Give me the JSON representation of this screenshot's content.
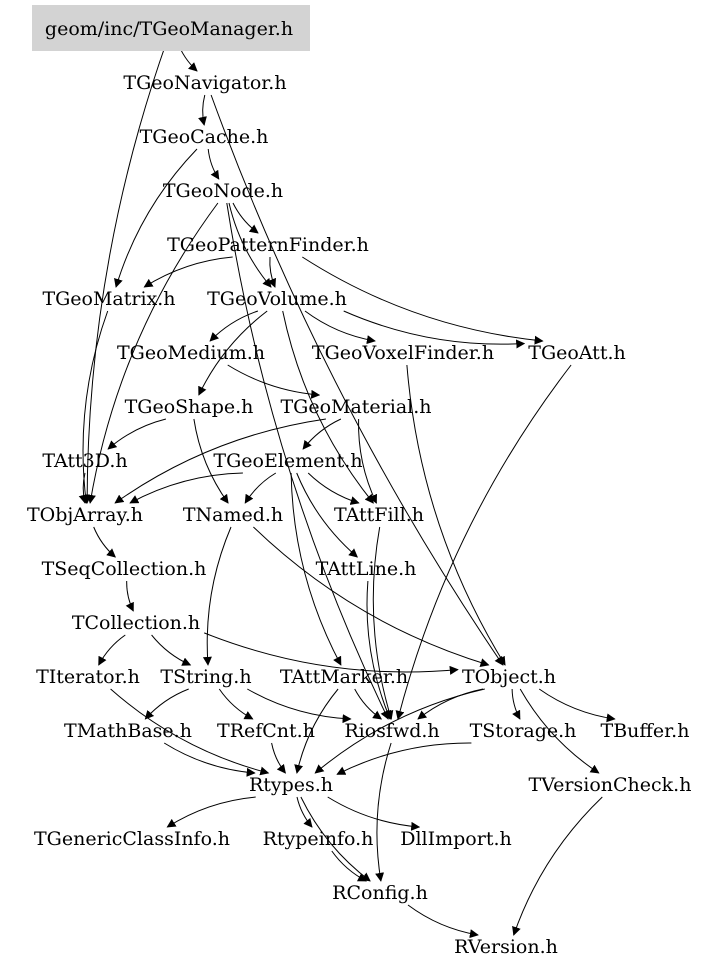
{
  "graph": {
    "root": "geom/inc/TGeoManager.h",
    "root_fill": "#d3d3d3",
    "nodes": [
      {
        "id": "n0",
        "label": "geom/inc/TGeoManager.h"
      },
      {
        "id": "n1",
        "label": "TGeoNavigator.h"
      },
      {
        "id": "n2",
        "label": "TGeoCache.h"
      },
      {
        "id": "n3",
        "label": "TGeoNode.h"
      },
      {
        "id": "n4",
        "label": "TGeoPatternFinder.h"
      },
      {
        "id": "n5",
        "label": "TGeoMatrix.h"
      },
      {
        "id": "n6",
        "label": "TGeoVolume.h"
      },
      {
        "id": "n7",
        "label": "TGeoMedium.h"
      },
      {
        "id": "n8",
        "label": "TGeoVoxelFinder.h"
      },
      {
        "id": "n9",
        "label": "TGeoAtt.h"
      },
      {
        "id": "n10",
        "label": "TGeoShape.h"
      },
      {
        "id": "n11",
        "label": "TGeoMaterial.h"
      },
      {
        "id": "n12",
        "label": "TAtt3D.h"
      },
      {
        "id": "n13",
        "label": "TGeoElement.h"
      },
      {
        "id": "n14",
        "label": "TObjArray.h"
      },
      {
        "id": "n15",
        "label": "TNamed.h"
      },
      {
        "id": "n16",
        "label": "TAttFill.h"
      },
      {
        "id": "n17",
        "label": "TSeqCollection.h"
      },
      {
        "id": "n18",
        "label": "TAttLine.h"
      },
      {
        "id": "n19",
        "label": "TCollection.h"
      },
      {
        "id": "n20",
        "label": "TIterator.h"
      },
      {
        "id": "n21",
        "label": "TString.h"
      },
      {
        "id": "n22",
        "label": "TAttMarker.h"
      },
      {
        "id": "n23",
        "label": "TObject.h"
      },
      {
        "id": "n24",
        "label": "TMathBase.h"
      },
      {
        "id": "n25",
        "label": "TRefCnt.h"
      },
      {
        "id": "n26",
        "label": "Riosfwd.h"
      },
      {
        "id": "n27",
        "label": "TStorage.h"
      },
      {
        "id": "n28",
        "label": "TBuffer.h"
      },
      {
        "id": "n29",
        "label": "Rtypes.h"
      },
      {
        "id": "n30",
        "label": "TVersionCheck.h"
      },
      {
        "id": "n31",
        "label": "TGenericClassInfo.h"
      },
      {
        "id": "n32",
        "label": "Rtypeinfo.h"
      },
      {
        "id": "n33",
        "label": "DllImport.h"
      },
      {
        "id": "n34",
        "label": "RConfig.h"
      },
      {
        "id": "n35",
        "label": "RVersion.h"
      }
    ],
    "edges": [
      [
        "n0",
        "n1"
      ],
      [
        "n0",
        "n14"
      ],
      [
        "n1",
        "n2"
      ],
      [
        "n1",
        "n23"
      ],
      [
        "n2",
        "n3"
      ],
      [
        "n2",
        "n5"
      ],
      [
        "n3",
        "n4"
      ],
      [
        "n3",
        "n6"
      ],
      [
        "n3",
        "n14"
      ],
      [
        "n3",
        "n26"
      ],
      [
        "n4",
        "n6"
      ],
      [
        "n4",
        "n5"
      ],
      [
        "n4",
        "n9"
      ],
      [
        "n5",
        "n14"
      ],
      [
        "n6",
        "n7"
      ],
      [
        "n6",
        "n8"
      ],
      [
        "n6",
        "n9"
      ],
      [
        "n6",
        "n10"
      ],
      [
        "n6",
        "n16"
      ],
      [
        "n7",
        "n11"
      ],
      [
        "n8",
        "n23"
      ],
      [
        "n9",
        "n26"
      ],
      [
        "n10",
        "n15"
      ],
      [
        "n10",
        "n12"
      ],
      [
        "n11",
        "n13"
      ],
      [
        "n11",
        "n16"
      ],
      [
        "n11",
        "n14"
      ],
      [
        "n12",
        "n14"
      ],
      [
        "n13",
        "n15"
      ],
      [
        "n13",
        "n16"
      ],
      [
        "n13",
        "n18"
      ],
      [
        "n13",
        "n22"
      ],
      [
        "n13",
        "n14"
      ],
      [
        "n14",
        "n17"
      ],
      [
        "n15",
        "n21"
      ],
      [
        "n15",
        "n23"
      ],
      [
        "n16",
        "n26"
      ],
      [
        "n17",
        "n19"
      ],
      [
        "n18",
        "n26"
      ],
      [
        "n19",
        "n20"
      ],
      [
        "n19",
        "n21"
      ],
      [
        "n19",
        "n23"
      ],
      [
        "n20",
        "n29"
      ],
      [
        "n21",
        "n24"
      ],
      [
        "n21",
        "n25"
      ],
      [
        "n21",
        "n26"
      ],
      [
        "n22",
        "n26"
      ],
      [
        "n22",
        "n29"
      ],
      [
        "n23",
        "n26"
      ],
      [
        "n23",
        "n27"
      ],
      [
        "n23",
        "n28"
      ],
      [
        "n23",
        "n30"
      ],
      [
        "n23",
        "n29"
      ],
      [
        "n24",
        "n29"
      ],
      [
        "n25",
        "n29"
      ],
      [
        "n26",
        "n34"
      ],
      [
        "n27",
        "n29"
      ],
      [
        "n29",
        "n31"
      ],
      [
        "n29",
        "n32"
      ],
      [
        "n29",
        "n33"
      ],
      [
        "n29",
        "n34"
      ],
      [
        "n30",
        "n35"
      ],
      [
        "n32",
        "n34"
      ],
      [
        "n34",
        "n35"
      ]
    ]
  }
}
